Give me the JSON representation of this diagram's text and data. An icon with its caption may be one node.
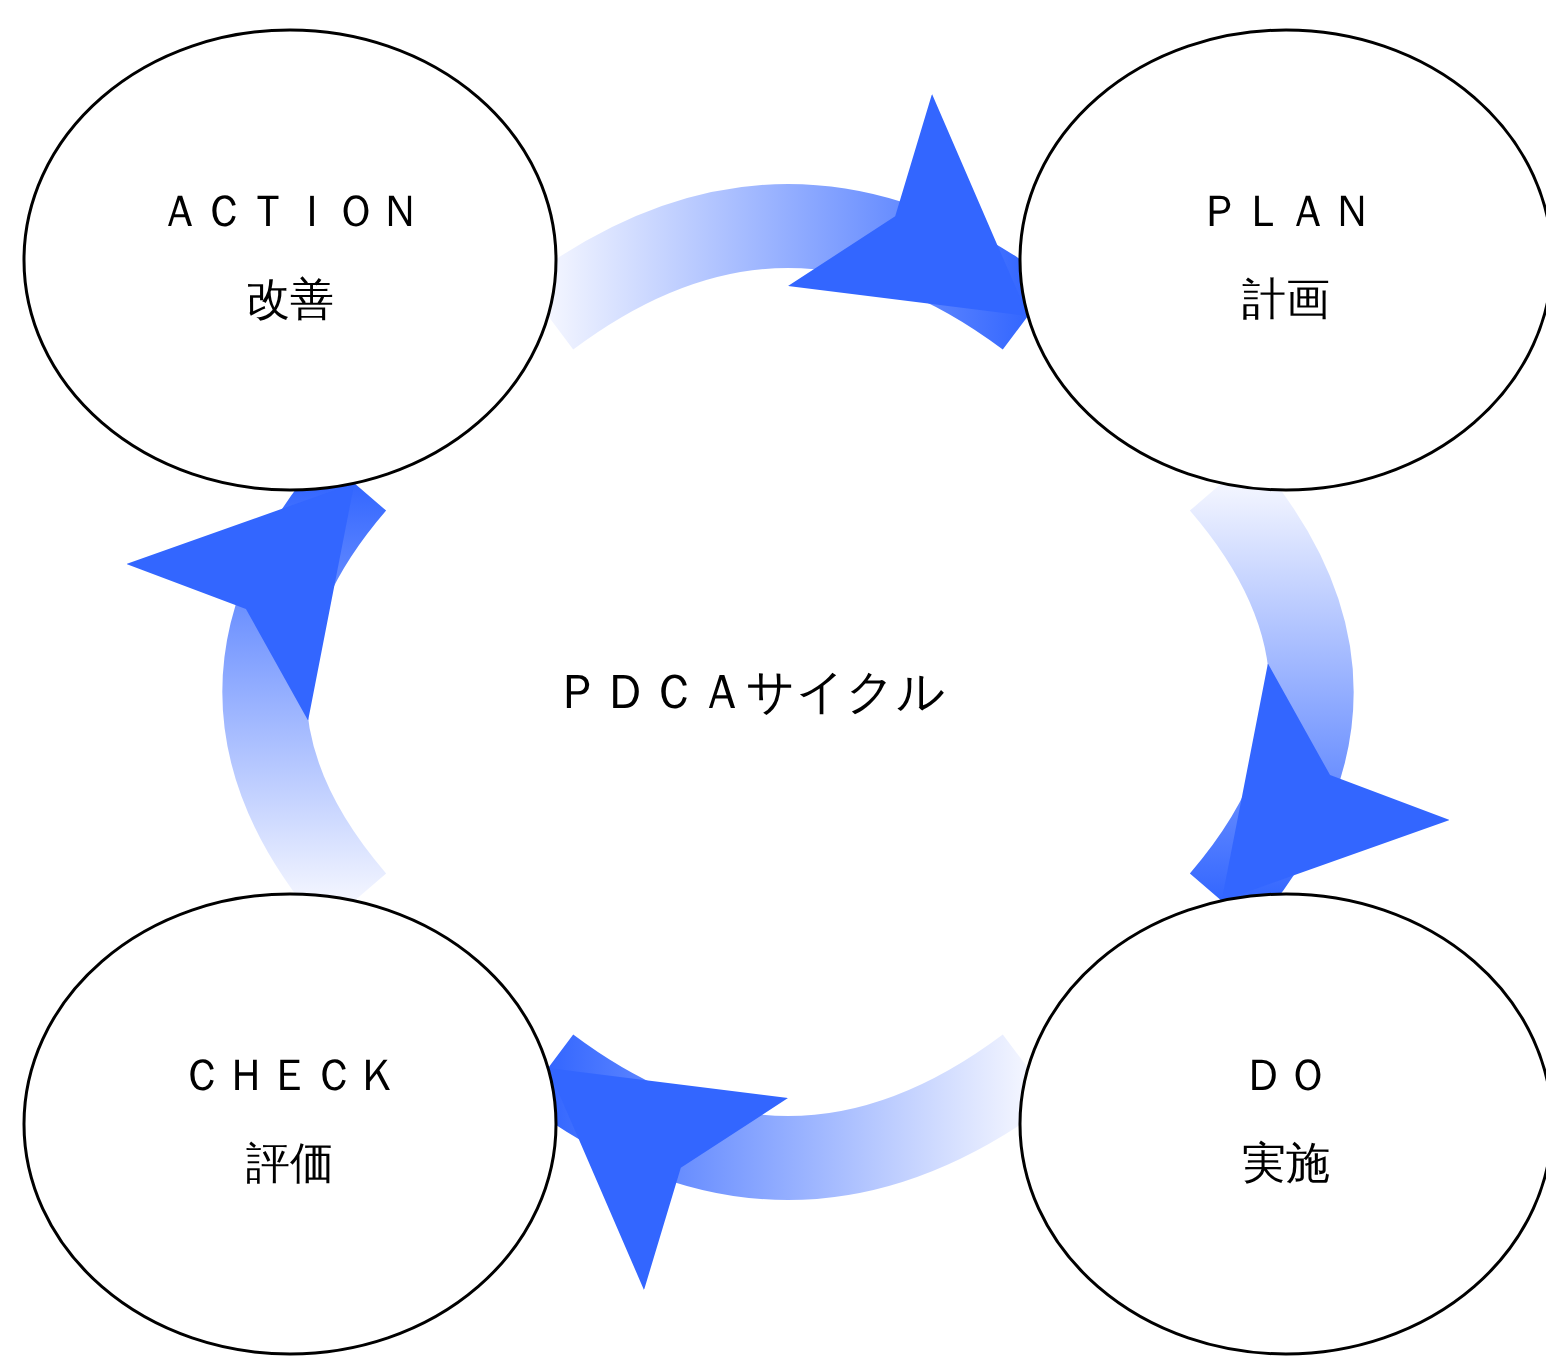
{
  "diagram": {
    "nodes": [
      {
        "text": [
          "ＡＣＴＩＯＮ",
          "改善"
        ]
      },
      {
        "text": [
          "ＰＬＡＮ",
          "計画"
        ]
      },
      {
        "text": [
          "ＣＨＥＣＫ",
          "評価"
        ]
      },
      {
        "text": [
          "ＤＯ",
          "実施"
        ]
      }
    ],
    "edges": [
      {
        "from": 0,
        "to": 1,
        "arrow": "to"
      },
      {
        "from": 1,
        "to": 3,
        "arrow": "to"
      },
      {
        "from": 3,
        "to": 2,
        "arrow": "to"
      },
      {
        "from": 2,
        "to": 0,
        "arrow": "to"
      }
    ],
    "labels": [
      "ＰＤＣＡサイクル"
    ]
  }
}
